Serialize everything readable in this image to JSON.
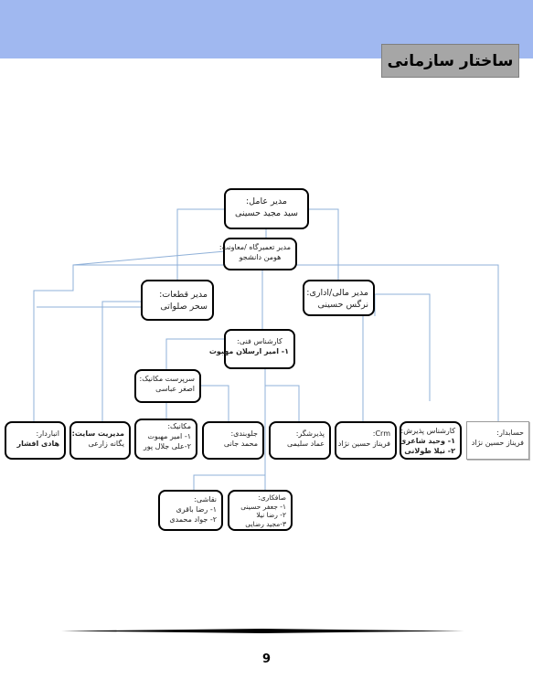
{
  "header": {
    "title": "ساختار سازمانی"
  },
  "nodes": {
    "ceo": [
      "مدیر عامل:",
      "سید مجید حسینی"
    ],
    "workshop": [
      "مدیر تعمیرگاه /معاونت:",
      "هومن دانشجو"
    ],
    "parts": [
      "مدیر قطعات:",
      "سحر صلواتی"
    ],
    "finance": [
      "مدیر مالی/اداری:",
      "نرگس حسینی"
    ],
    "tech": [
      "کارشناس فنی:",
      "۱- امیر ارسلان مهبوت"
    ],
    "mech_super": [
      "سرپرست مکانیک:",
      "اصغر عباسی"
    ],
    "warehouse": [
      "انباردار:",
      "هادی افشار"
    ],
    "website": [
      "مدیریت سایت:",
      "یگانه زارعی"
    ],
    "mechanic": [
      "مکانیک:",
      "۱- امیر مهبوت",
      "۲-علی جلال پور"
    ],
    "frontdesk": [
      "جلوبندی:",
      "محمد جانی"
    ],
    "reception": [
      "پذیرشگر:",
      "عماد سلیمی"
    ],
    "crm": [
      "Crm:",
      "فریناز حسین نژاد"
    ],
    "reception_exp": [
      "کارشناس پذیرش:",
      "۱- وحید شاعری",
      "۲- نیلا طولانی"
    ],
    "accountant": [
      "حسابدار:",
      "فریناز حسین نژاد"
    ],
    "painting": [
      "نقاشی:",
      "۱- رضا باقری",
      "۲- جواد محمدی"
    ],
    "bodywork": [
      "صافکاری:",
      "۱- جعفر حسینی",
      "۲- رضا نیلا",
      "۳-مجید رضایی"
    ]
  },
  "footer": {
    "page_number": "9"
  },
  "colors": {
    "band": "#a0b8f0",
    "title_bg": "#a6a6a6",
    "connector": "#8fb0d8"
  }
}
